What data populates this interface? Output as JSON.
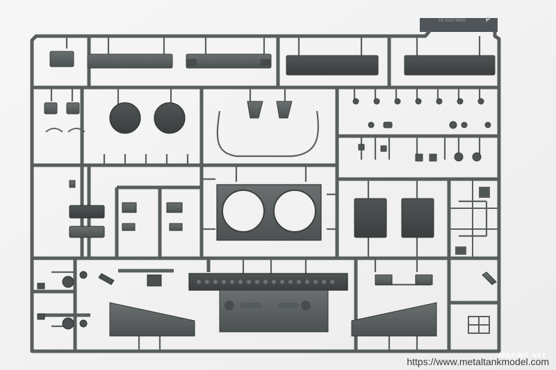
{
  "photo": {
    "subject": "plastic-model-sprue",
    "background_color": "#f4f4f4",
    "plastic_color": "#5b6060"
  },
  "sprue": {
    "plate_letter": "P",
    "plate_engraving": "YE-01574900"
  },
  "watermark": {
    "brand": "MOXING.NET",
    "url": "https://www.metaltankmodel.com"
  }
}
